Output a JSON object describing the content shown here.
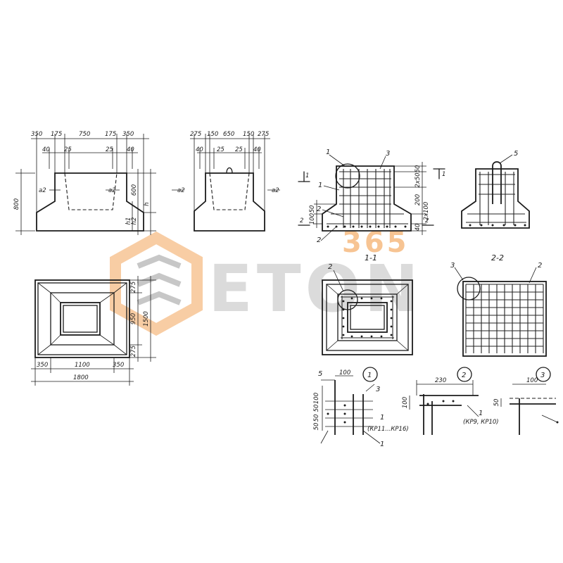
{
  "watermark": {
    "brand": "ETON",
    "number": "365"
  },
  "front_view": {
    "top_dims": [
      "350",
      "175",
      "750",
      "175",
      "350"
    ],
    "inner_dims": [
      "40",
      "25",
      "25",
      "40"
    ],
    "side_dims": [
      "800",
      "600",
      "h2",
      "h1",
      "h"
    ],
    "a_label": "a2"
  },
  "side_view": {
    "top_dims": [
      "275",
      "150",
      "650",
      "150",
      "275"
    ],
    "inner_dims": [
      "40",
      "25",
      "25",
      "40"
    ],
    "a_label": "a2"
  },
  "plan_view": {
    "right_dims": [
      "275",
      "950",
      "275",
      "1500"
    ],
    "bottom_dims": [
      "350",
      "1100",
      "350"
    ],
    "total_dim": "1800"
  },
  "rebar_section": {
    "callouts": [
      "1",
      "3",
      "1",
      "2",
      "2"
    ],
    "right_dims": [
      "50",
      "2x50",
      "200",
      "2x100",
      "40"
    ],
    "left_dims": [
      "50",
      "100"
    ],
    "cut_marks": [
      "1",
      "1",
      "2",
      "2"
    ]
  },
  "side_rebar": {
    "callout": "5"
  },
  "section_titles": [
    "1-1",
    "2-2"
  ],
  "plan_rebar": {
    "callouts": [
      "2",
      "3",
      "2"
    ]
  },
  "details": {
    "d1": {
      "num": "1",
      "dims": [
        "100",
        "50",
        "50",
        "50",
        "100"
      ],
      "callouts": [
        "5",
        "3",
        "1",
        "1"
      ],
      "note": "(КР11...КР16)"
    },
    "d2": {
      "num": "2",
      "dims": [
        "230",
        "100"
      ],
      "callouts": [
        "1"
      ],
      "note": "(КР9, КР10)"
    },
    "d3": {
      "num": "3",
      "dims": [
        "100",
        "50"
      ]
    }
  }
}
